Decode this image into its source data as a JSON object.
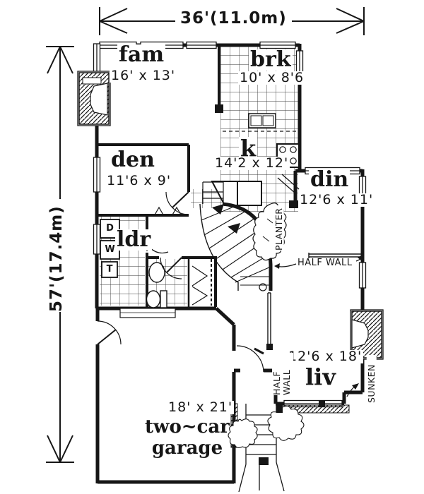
{
  "plan": {
    "dimensions": {
      "width": "36'(11.0m)",
      "height": "57'(17.4m)"
    },
    "rooms": {
      "fam": {
        "name": "fam",
        "size": "16' x 13'"
      },
      "brk": {
        "name": "brk",
        "size": "10' x 8'6"
      },
      "den": {
        "name": "den",
        "size": "11'6 x 9'"
      },
      "kitchen": {
        "name": "k",
        "size": "14'2 x 12'"
      },
      "din": {
        "name": "din",
        "size": "12'6 x 11'"
      },
      "ldr": {
        "name": "ldr"
      },
      "liv": {
        "name": "liv",
        "size": "12'6 x 18'"
      },
      "garage": {
        "name": "two~car garage",
        "size": "18' x 21'"
      }
    },
    "labels": {
      "half_wall_dining": "HALF WALL",
      "half_wall_entry": "HALF WALL",
      "planter": "PLANTER",
      "sunken": "SUNKEN"
    },
    "appliances": {
      "dryer": "D",
      "washer": "W",
      "tub": "T"
    },
    "colors": {
      "ink": "#161616",
      "paper": "#ffffff"
    }
  }
}
